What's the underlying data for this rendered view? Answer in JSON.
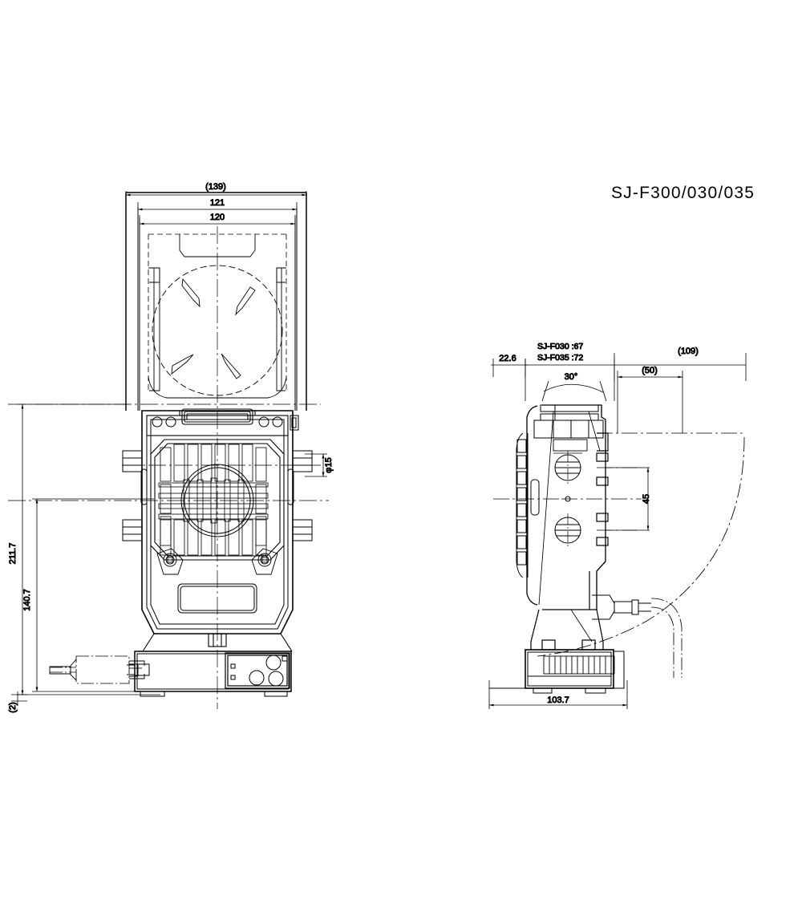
{
  "drawing": {
    "title": "SJ-F300/030/035",
    "background_color": "#ffffff",
    "line_color": "#000000",
    "front_view": {
      "name": "front-view",
      "dimensions": {
        "overall_width_ref": "(139)",
        "width_121": "121",
        "width_120": "120",
        "height_overall": "211.7",
        "height_mid": "140.7",
        "base_clearance": "(2)",
        "hole_diameter": "φ15"
      }
    },
    "side_view": {
      "name": "side-view",
      "dimensions": {
        "depth_front": "22.6",
        "model_030_depth": "SJ-F030 :67",
        "model_035_depth": "SJ-F035 :72",
        "swing_ref": "(109)",
        "offset_ref": "(50)",
        "tilt_angle": "30°",
        "height_45": "45",
        "base_width": "103.7"
      }
    }
  }
}
